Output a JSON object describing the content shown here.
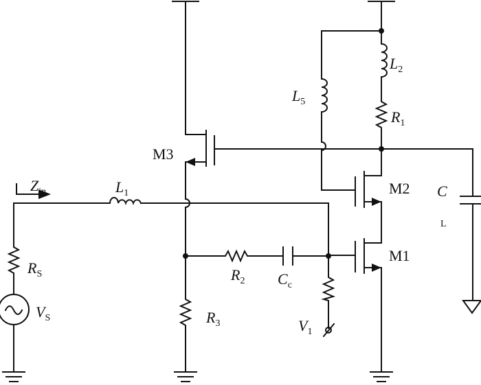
{
  "labels": {
    "M3": "M3",
    "M2": "M2",
    "M1": "M1",
    "L1": "L",
    "L1_sub": "1",
    "L2": "L",
    "L2_sub": "2",
    "L5": "L",
    "L5_sub": "5",
    "R1": "R",
    "R1_sub": "1",
    "R2": "R",
    "R2_sub": "2",
    "R3": "R",
    "R3_sub": "3",
    "RS": "R",
    "RS_sub": "S",
    "VS": "V",
    "VS_sub": "S",
    "V1": "V",
    "V1_sub": "1",
    "Cc": "C",
    "Cc_sub": "c",
    "CL": "C",
    "CL_sub": "L",
    "Zin": "Z",
    "Zin_sub": "in"
  }
}
